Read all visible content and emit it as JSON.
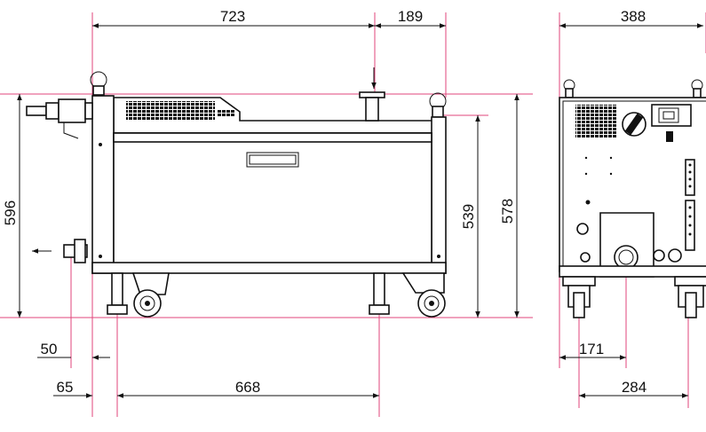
{
  "dimensions": {
    "side_top_left": "723",
    "side_top_right": "189",
    "front_width": "388",
    "side_height_left": "596",
    "side_height_mid": "539",
    "side_height_right": "578",
    "bottom_50": "50",
    "bottom_65": "65",
    "bottom_668": "668",
    "front_171": "171",
    "front_284": "284"
  },
  "colors": {
    "extension_line": "#e0457b",
    "drawing": "#111111"
  }
}
